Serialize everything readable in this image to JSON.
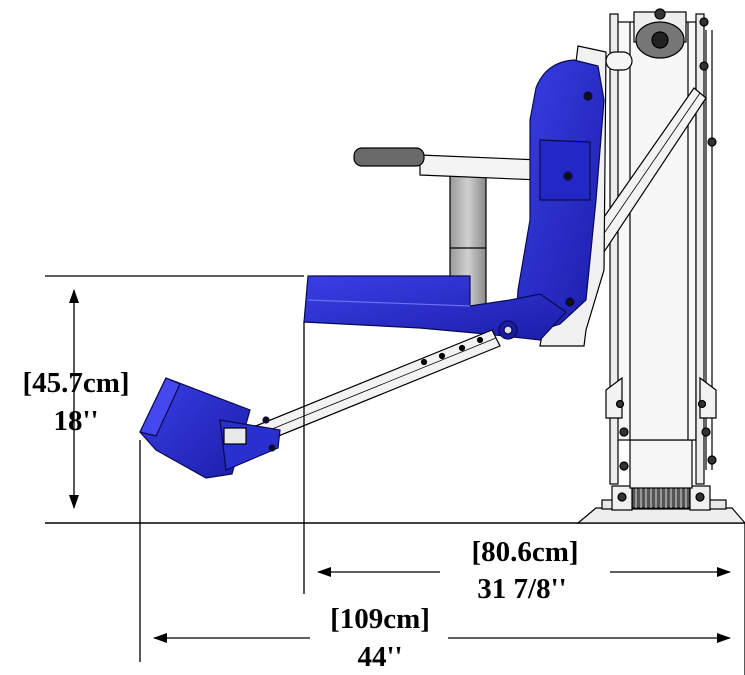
{
  "dimensions": {
    "seat_height": {
      "metric": "[45.7cm]",
      "imperial": "18''"
    },
    "seat_reach": {
      "metric": "[80.6cm]",
      "imperial": "31 7/8''"
    },
    "footrest_reach": {
      "metric": "[109cm]",
      "imperial": "44''"
    }
  },
  "colors": {
    "seat_blue": "#2a2fd0",
    "seat_blue_dark": "#14168a",
    "frame_light": "#f2f2f2",
    "line": "#000000"
  }
}
